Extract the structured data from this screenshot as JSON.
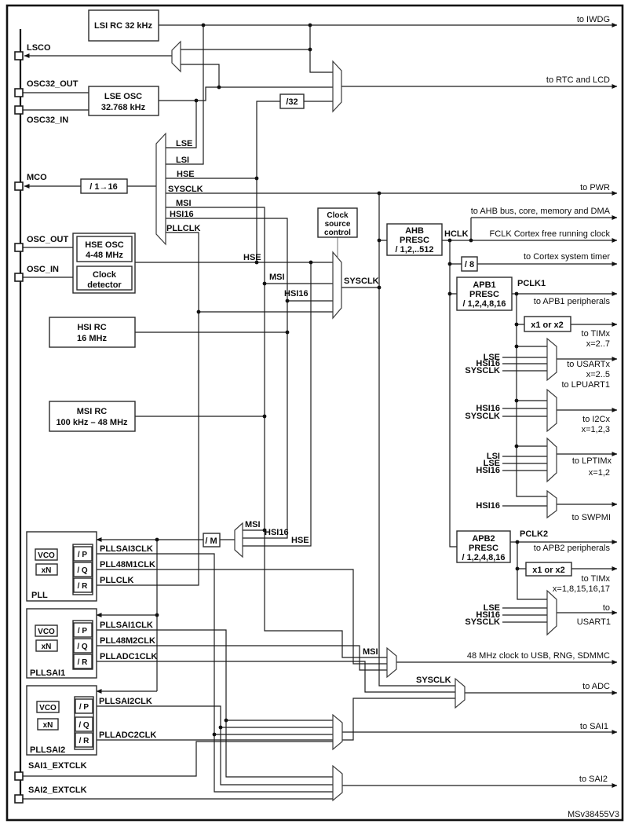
{
  "watermark": "MSv38455V3",
  "pins": {
    "lsco": "LSCO",
    "osc32_out": "OSC32_OUT",
    "osc32_in": "OSC32_IN",
    "mco": "MCO",
    "osc_out": "OSC_OUT",
    "osc_in": "OSC_IN",
    "sai1_extclk": "SAI1_EXTCLK",
    "sai2_extclk": "SAI2_EXTCLK"
  },
  "blocks": {
    "lsi_rc": "LSI RC 32 kHz",
    "lse_osc": [
      "LSE OSC",
      "32.768 kHz"
    ],
    "hse_osc": [
      "HSE OSC",
      "4-48 MHz"
    ],
    "clock_detector": [
      "Clock",
      "detector"
    ],
    "hsi_rc": [
      "HSI RC",
      "16 MHz"
    ],
    "msi_rc": [
      "MSI RC",
      "100 kHz – 48 MHz"
    ],
    "clock_source_control": [
      "Clock",
      "source",
      "control"
    ],
    "ahb_presc": [
      "AHB",
      "PRESC",
      "/ 1,2,..512"
    ],
    "apb1_presc": [
      "APB1",
      "PRESC",
      "/ 1,2,4,8,16"
    ],
    "apb2_presc": [
      "APB2",
      "PRESC",
      "/ 1,2,4,8,16"
    ],
    "div32": "/32",
    "div8": "/ 8",
    "divm": "/ M",
    "mco_presc": "/ 1→16",
    "tim_mult_apb1": "x1 or x2",
    "tim_mult_apb2": "x1 or x2"
  },
  "mco_mux_inputs": [
    "LSE",
    "LSI",
    "HSE",
    "SYSCLK",
    "MSI",
    "HSI16",
    "PLLCLK"
  ],
  "signals": {
    "hse": "HSE",
    "msi": "MSI",
    "hsi16": "HSI16",
    "sysclk": "SYSCLK",
    "hclk": "HCLK",
    "pclk1": "PCLK1",
    "pclk2": "PCLK2"
  },
  "stubs": {
    "usart": [
      "LSE",
      "HSI16",
      "SYSCLK"
    ],
    "i2c": [
      "HSI16",
      "SYSCLK"
    ],
    "lptim": [
      "LSI",
      "LSE",
      "HSI16"
    ],
    "swpmi": [
      "HSI16"
    ],
    "usart1": [
      "LSE",
      "HSI16",
      "SYSCLK"
    ]
  },
  "pll_common": {
    "vco": "VCO",
    "xn": "xN",
    "p": "/ P",
    "q": "/ Q",
    "r": "/ R"
  },
  "plls": {
    "pll": {
      "name": "PLL",
      "out_p": "PLLSAI3CLK",
      "out_q": "PLL48M1CLK",
      "out_r": "PLLCLK"
    },
    "pllsai1": {
      "name": "PLLSAI1",
      "out_p": "PLLSAI1CLK",
      "out_q": "PLL48M2CLK",
      "out_r": "PLLADC1CLK"
    },
    "pllsai2": {
      "name": "PLLSAI2",
      "out_p": "PLLSAI2CLK",
      "out_r": "PLLADC2CLK"
    }
  },
  "outputs": {
    "iwdg": "to IWDG",
    "rtc": "to RTC and LCD",
    "pwr": "to PWR",
    "ahb_bus": "to AHB bus, core, memory and DMA",
    "fclk": "FCLK Cortex free running clock",
    "systick": "to Cortex system timer",
    "apb1": "to APB1 peripherals",
    "tim_apb1": "to TIMx",
    "tim_apb1_x": "x=2..7",
    "usart": "to USARTx",
    "usart_x": "x=2..5",
    "lpuart": "to LPUART1",
    "i2c": "to I2Cx",
    "i2c_x": "x=1,2,3",
    "lptim": "to LPTIMx",
    "lptim_x": "x=1,2",
    "swpmi": "to SWPMI",
    "apb2": "to APB2 peripherals",
    "tim_apb2": "to TIMx",
    "tim_apb2_x": "x=1,8,15,16,17",
    "usart1_to": "to",
    "usart1": "USART1",
    "usb": "48 MHz clock to USB, RNG, SDMMC",
    "adc": "to ADC",
    "sai1": "to SAI1",
    "sai2": "to SAI2"
  }
}
